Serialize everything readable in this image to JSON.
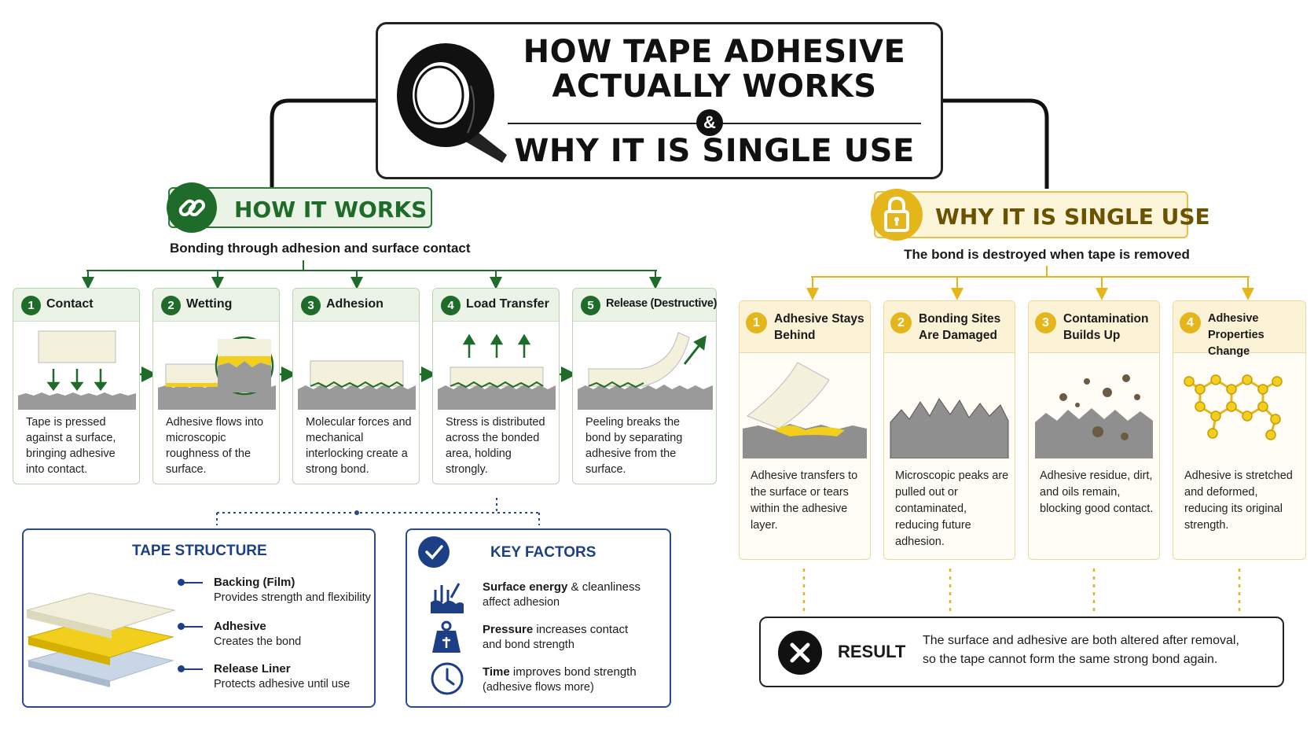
{
  "title": {
    "line1": "HOW TAPE ADHESIVE",
    "line2": "ACTUALLY WORKS",
    "amp": "&",
    "line3": "WHY IT IS SINGLE USE"
  },
  "how": {
    "title": "HOW IT WORKS",
    "subtitle": "Bonding through adhesion and surface contact",
    "steps": [
      {
        "num": "1",
        "name": "Contact",
        "desc": "Tape is pressed against a surface, bringing adhesive into contact."
      },
      {
        "num": "2",
        "name": "Wetting",
        "desc": "Adhesive flows into microscopic roughness of the surface."
      },
      {
        "num": "3",
        "name": "Adhesion",
        "desc": "Molecular forces and mechanical interlocking create a strong bond."
      },
      {
        "num": "4",
        "name": "Load Transfer",
        "desc": "Stress is distributed across the bonded area, holding strongly."
      },
      {
        "num": "5",
        "name": "Release (Destructive)",
        "desc": "Peeling breaks the bond by separating adhesive from the surface."
      }
    ]
  },
  "why": {
    "title": "WHY IT IS SINGLE USE",
    "subtitle": "The bond is destroyed when tape is removed",
    "reasons": [
      {
        "num": "1",
        "name": "Adhesive Stays Behind",
        "desc": "Adhesive transfers to the surface or tears within the adhesive layer."
      },
      {
        "num": "2",
        "name": "Bonding Sites Are Damaged",
        "desc": "Microscopic peaks are pulled out or contaminated, reducing future adhesion."
      },
      {
        "num": "3",
        "name": "Contamination Builds Up",
        "desc": "Adhesive residue, dirt, and oils remain, blocking good contact."
      },
      {
        "num": "4",
        "name": "Adhesive Properties Change",
        "desc": "Adhesive is stretched and deformed, reducing its original strength."
      }
    ]
  },
  "structure": {
    "title": "TAPE STRUCTURE",
    "layers": [
      {
        "name": "Backing (Film)",
        "desc": "Provides strength and flexibility",
        "color": "#f1efd9"
      },
      {
        "name": "Adhesive",
        "desc": "Creates the bond",
        "color": "#f2cf1c"
      },
      {
        "name": "Release Liner",
        "desc": "Protects adhesive until use",
        "color": "#c9d6e6"
      }
    ]
  },
  "factors": {
    "title": "KEY FACTORS",
    "items": [
      {
        "icon": "surface-energy-icon",
        "bold": "Surface energy",
        "rest": " & cleanliness",
        "line2": "affect adhesion"
      },
      {
        "icon": "pressure-weight-icon",
        "bold": "Pressure",
        "rest": " increases contact",
        "line2": "and bond strength"
      },
      {
        "icon": "clock-icon",
        "bold": "Time",
        "rest": " improves bond strength",
        "line2": "(adhesive flows more)"
      }
    ]
  },
  "result": {
    "label": "RESULT",
    "line1": "The surface and adhesive are both altered after removal,",
    "line2": "so the tape cannot form the same strong bond again."
  },
  "colors": {
    "green": "#1e6b2a",
    "gold": "#e5b61b",
    "navy": "#1d3f86",
    "adhesive_yellow": "#f2cf1c"
  }
}
